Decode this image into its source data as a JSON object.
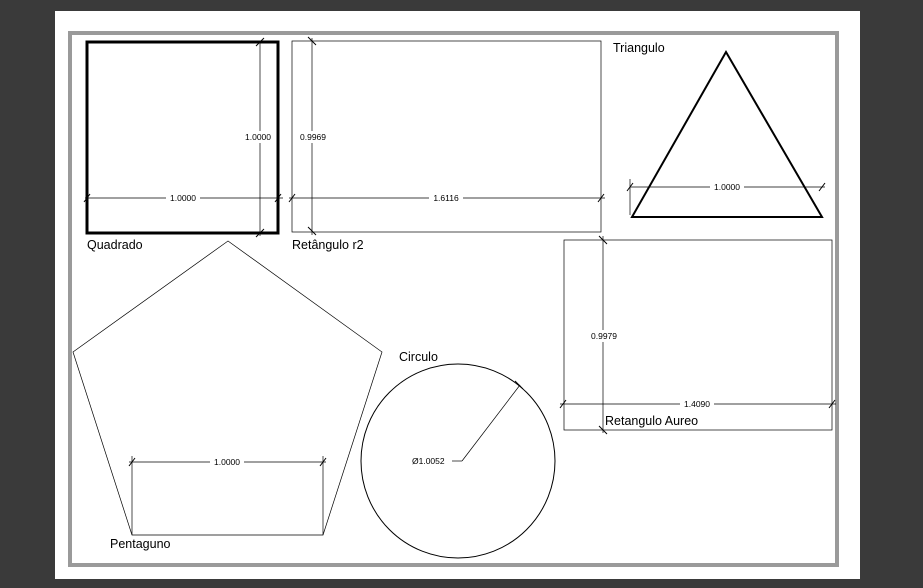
{
  "colors": {
    "viewport_background": "#3a3a3a",
    "sheet": "#ffffff",
    "sheet_border": "#9a9a9a",
    "stroke": "#000000"
  },
  "shapes": {
    "square": {
      "label": "Quadrado",
      "dim_horizontal": "1.0000",
      "dim_vertical": "1.0000"
    },
    "rectangle_r2": {
      "label": "Retângulo r2",
      "dim_horizontal": "1.6116",
      "dim_vertical": "0.9969"
    },
    "triangle": {
      "label": "Triangulo",
      "dim_base": "1.0000"
    },
    "golden_rectangle": {
      "label": "Retangulo Aureo",
      "dim_horizontal": "1.4090",
      "dim_vertical": "0.9979"
    },
    "circle": {
      "label": "Circulo",
      "dim_diameter": "Ø1.0052"
    },
    "pentagon": {
      "label": "Pentaguno",
      "dim_side": "1.0000"
    }
  }
}
